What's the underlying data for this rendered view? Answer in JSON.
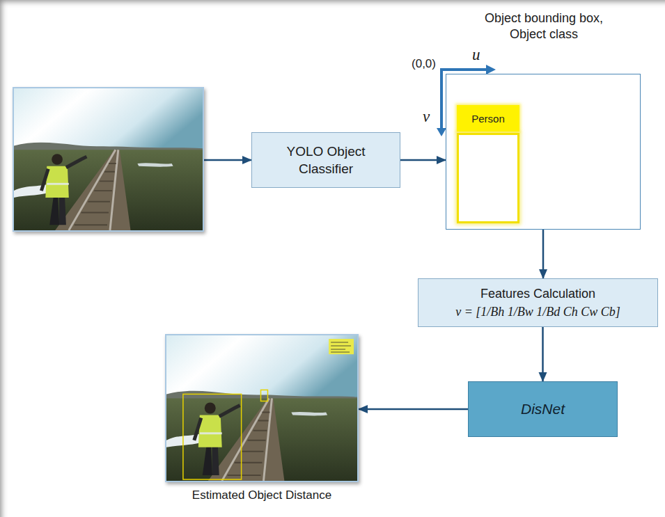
{
  "diagram": {
    "nodes": [
      {
        "text": []
      },
      {
        "text": [
          "YOLO Object Classifier"
        ]
      },
      {
        "text": [
          "Object bounding box, Object class"
        ]
      },
      {
        "text": [
          "Person"
        ],
        "in": 2
      },
      {
        "text": [
          "Features Calculation",
          "v = [1/Bh 1/Bw 1/Bd Ch Cw Cb]"
        ]
      },
      {
        "text": [
          "DisNet"
        ]
      },
      {
        "text": [
          "Estimated Object Distance"
        ]
      }
    ],
    "edges": [
      {
        "from": 0,
        "to": 1,
        "arrow": "to"
      },
      {
        "from": 1,
        "to": 2,
        "arrow": "to"
      },
      {
        "from": 2,
        "to": 4,
        "arrow": "to"
      },
      {
        "from": 4,
        "to": 5,
        "arrow": "to"
      },
      {
        "from": 5,
        "to": 6,
        "arrow": "to"
      }
    ],
    "labels": [
      "(0,0)",
      "u",
      "v"
    ]
  }
}
